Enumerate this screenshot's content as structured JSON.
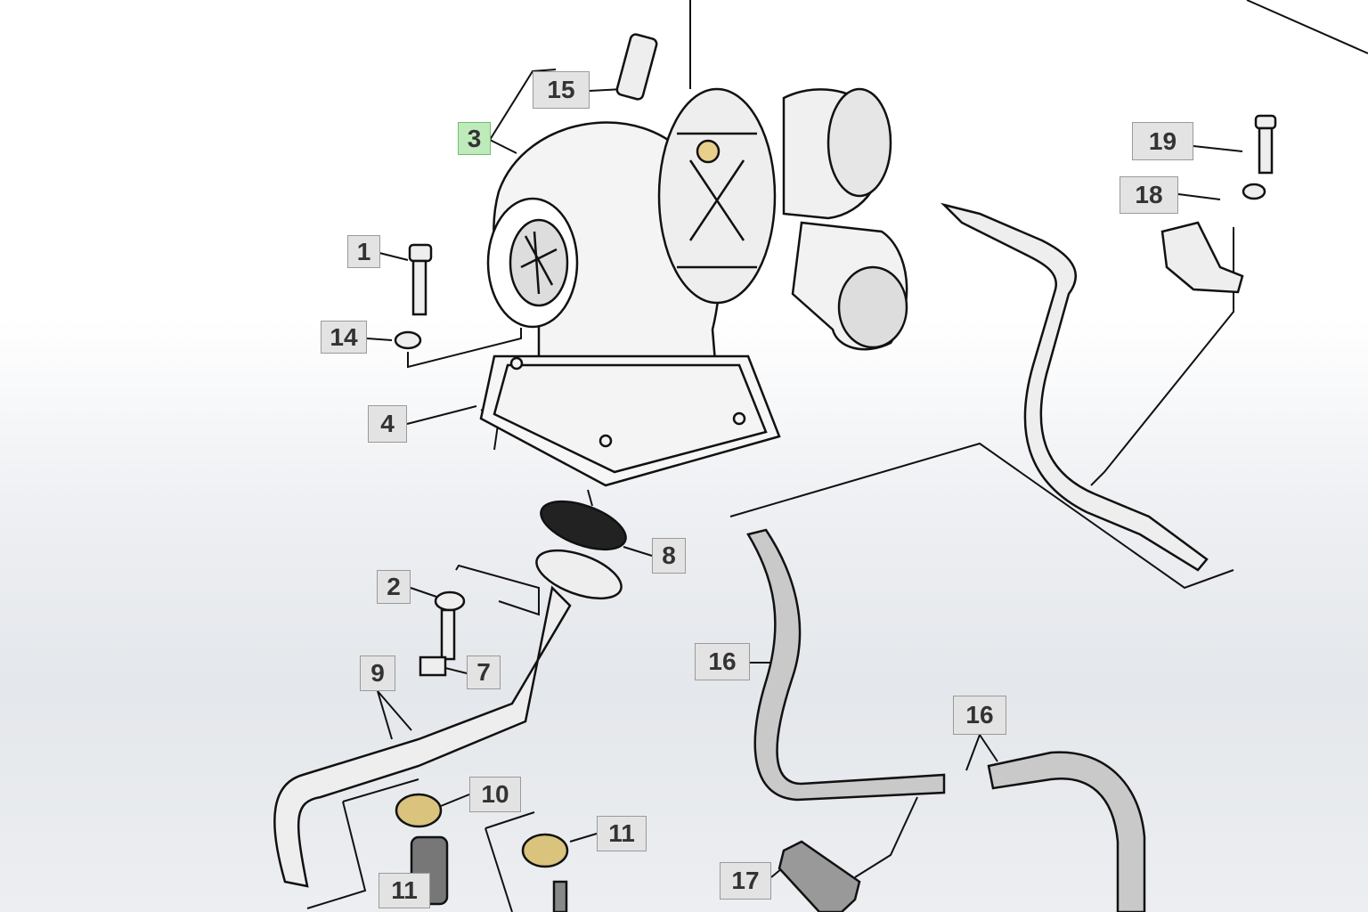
{
  "diagram": {
    "highlight_color": "#bfeabb",
    "callouts": [
      {
        "id": "15",
        "label": "15"
      },
      {
        "id": "3",
        "label": "3",
        "selected": true
      },
      {
        "id": "1",
        "label": "1"
      },
      {
        "id": "14",
        "label": "14"
      },
      {
        "id": "4",
        "label": "4"
      },
      {
        "id": "19",
        "label": "19"
      },
      {
        "id": "18",
        "label": "18"
      },
      {
        "id": "8",
        "label": "8"
      },
      {
        "id": "2",
        "label": "2"
      },
      {
        "id": "7",
        "label": "7"
      },
      {
        "id": "9",
        "label": "9"
      },
      {
        "id": "10",
        "label": "10"
      },
      {
        "id": "11a",
        "label": "11"
      },
      {
        "id": "11b",
        "label": "11"
      },
      {
        "id": "16a",
        "label": "16"
      },
      {
        "id": "16b",
        "label": "16"
      },
      {
        "id": "17",
        "label": "17"
      }
    ]
  }
}
